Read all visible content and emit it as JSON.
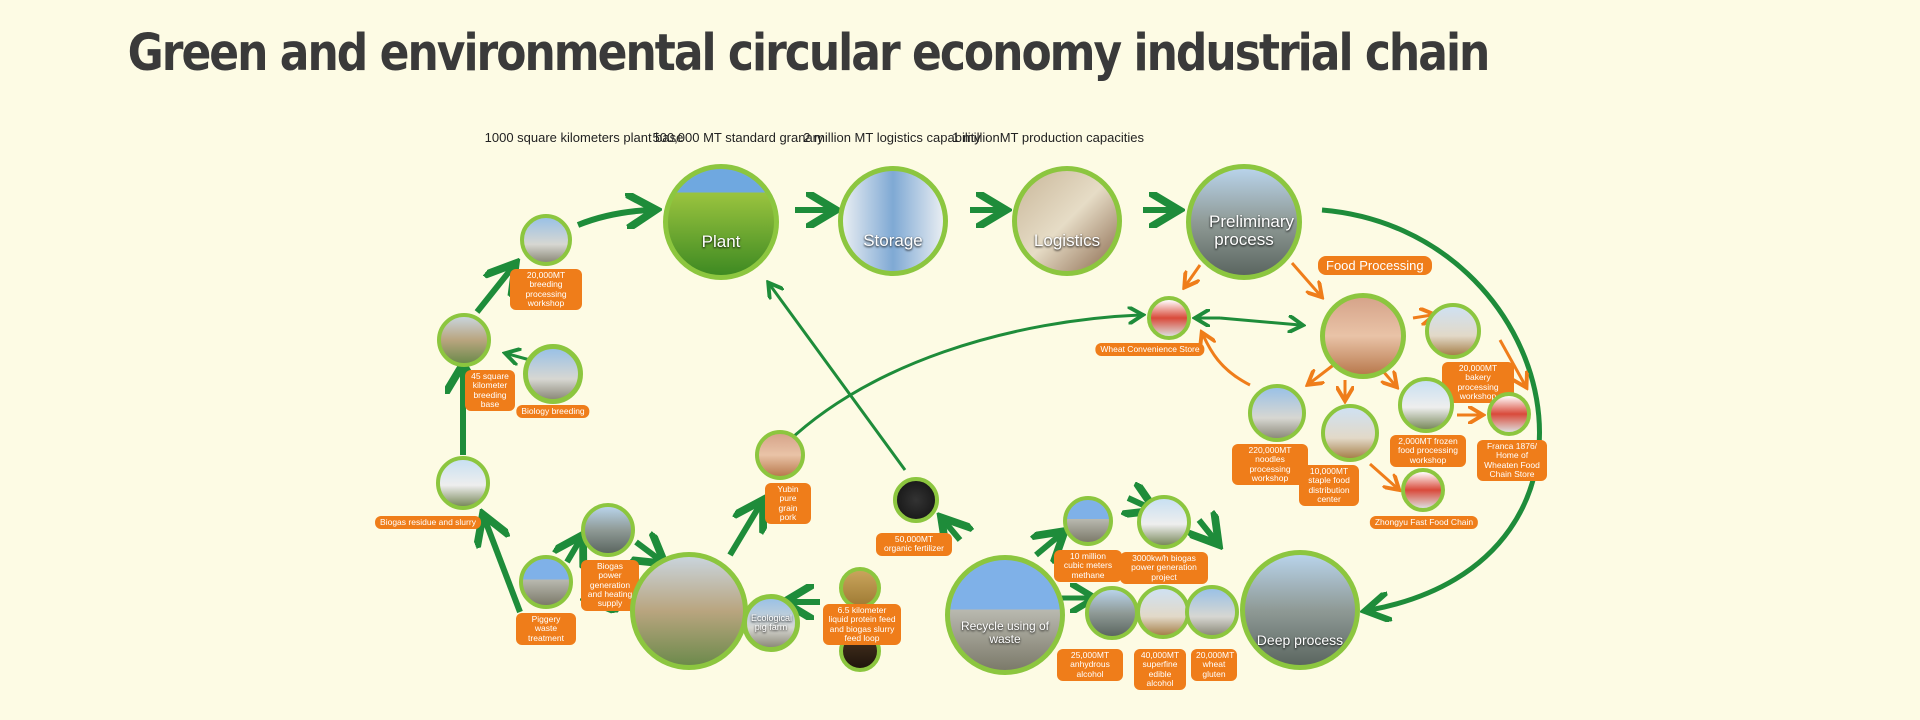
{
  "title": "Green and environmental circular economy industrial chain",
  "top_labels": [
    "1000 square kilometers plant base",
    "500,000 MT standard granary",
    "2 million MT logistics capability",
    "1 millionMT production capacities"
  ],
  "main_nodes": {
    "plant": "Plant",
    "storage": "Storage",
    "logistics": "Logistics",
    "preliminary": "Preliminary process",
    "deep": "Deep process",
    "recycle": "Recycle using of waste"
  },
  "food_processing": "Food Processing",
  "labels": {
    "breeding_workshop": "20,000MT breeding processing workshop",
    "breeding_base": "45 square kilometer breeding base",
    "biology_breeding": "Biology breeding",
    "biogas_residue": "Biogas residue and slurry",
    "piggery_waste": "Piggery waste treatment",
    "biogas_power": "Biogas power generation and heating supply",
    "eco_pig_farm": "Ecological pig farm",
    "yubin_pork": "Yubin pure grain pork",
    "organic_fertilizer": "50,000MT organic fertilizer",
    "liquid_protein": "6.5 kilometer liquid protein feed and biogas slurry feed loop",
    "methane": "10 million cubic meters methane",
    "biogas_project": "3000kw/h biogas power generation project",
    "anhydrous_alcohol": "25,000MT anhydrous alcohol",
    "edible_alcohol": "40,000MT superfine edible alcohol",
    "wheat_gluten": "20,000MT wheat gluten",
    "convenience_store": "Wheat Convenience Store",
    "bakery": "20,000MT bakery processing workshop",
    "noodles": "220,000MT noodles processing workshop",
    "staple": "10,000MT staple food distribution center",
    "frozen": "2,000MT frozen food processing workshop",
    "franca": "Franca 1876/ Home of Wheaten Food Chain Store",
    "zhongyu": "Zhongyu Fast Food Chain"
  },
  "colors": {
    "green_arrow": "#1e8c3a",
    "orange_arrow": "#ef7d1a",
    "ring": "#8cc63f",
    "background": "#fdfbe4"
  }
}
